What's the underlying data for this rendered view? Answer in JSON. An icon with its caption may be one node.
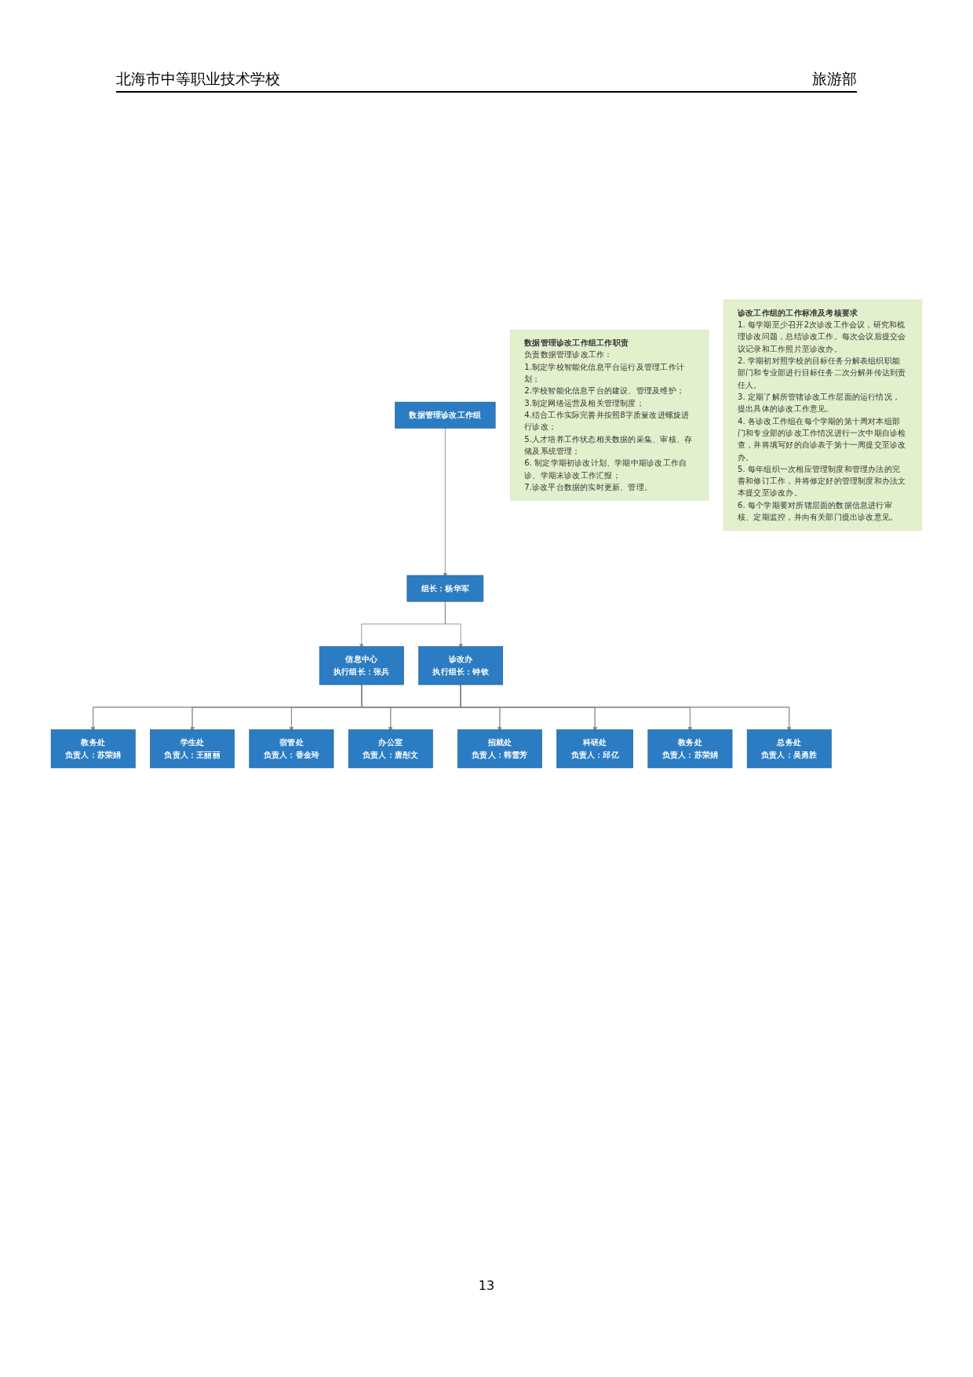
{
  "diagram": {
    "nodes": [
      {
        "text": [
          "数据管理诊改工作组"
        ]
      },
      {
        "text": [
          "组长：杨华军"
        ]
      },
      {
        "text": [
          "信息中心",
          "执行组长：张兵"
        ]
      },
      {
        "text": [
          "诊改办",
          "执行组长：钟钦"
        ]
      },
      {
        "text": [
          "教务处",
          "负责人：苏荣娟"
        ]
      },
      {
        "text": [
          "学生处",
          "负责人：王丽丽"
        ]
      },
      {
        "text": [
          "宿管处",
          "负责人：香金玲"
        ]
      },
      {
        "text": [
          "办公室",
          "负责人：唐彤文"
        ]
      },
      {
        "text": [
          "招就处",
          "负责人：韩雪芳"
        ]
      },
      {
        "text": [
          "科研处",
          "负责人：邱亿"
        ]
      },
      {
        "text": [
          "教务处",
          "负责人：苏荣娟"
        ]
      },
      {
        "text": [
          "总务处",
          "负责人：吴勇胜"
        ]
      },
      {
        "text": [
          "数据管理诊改工作组工作职责",
          "负责数据管理诊改工作：",
          "1.制定学校智能化信息平台运行及管理工作计划；",
          "2.学校智能化信息平台的建设、管理及维护；",
          "3.制定网络运营及相关管理制度；",
          "4.结合工作实际完善并按照8字质量改进螺旋进行诊改；",
          "5.人才培养工作状态相关数据的采集、审核、存储及系统管理；",
          "6. 制定学期初诊改计划、学期中期诊改工作自诊、学期末诊改工作汇报；",
          "7.诊改平台数据的实时更新、管理。"
        ]
      },
      {
        "text": [
          "诊改工作组的工作标准及考核要求",
          "1. 每学期至少召开2次诊改工作会议，研究和梳理诊改问题，总结诊改工作。每次会议后提交会议记录和工作照片至诊改办。",
          "2. 学期初对照学校的目标任务分解表组织职能部门和专业部进行目标任务二次分解并传达到责任人。",
          "3. 定期了解所管辖诊改工作层面的运行情况，提出具体的诊改工作意见。",
          "4. 各诊改工作组在每个学期的第十周对本组部门和专业部的诊改工作情况进行一次中期自诊检查，并将填写好的自诊表于第十一周提交至诊改办。",
          "5. 每年组织一次相应管理制度和管理办法的完善和修订工作，并将修定好的管理制度和办法文本提交至诊改办。",
          "6. 每个学期要对所辖层面的数据信息进行审核、定期监控，并向有关部门提出诊改意见。"
        ]
      }
    ],
    "edges": [
      {
        "from": 0,
        "to": 1,
        "arrow": "to"
      },
      {
        "from": 1,
        "to": 2,
        "arrow": "to"
      },
      {
        "from": 1,
        "to": 3,
        "arrow": "to"
      },
      {
        "from": 2,
        "to": 4,
        "arrow": "to"
      },
      {
        "from": 2,
        "to": 5,
        "arrow": "to"
      },
      {
        "from": 2,
        "to": 6,
        "arrow": "to"
      },
      {
        "from": 2,
        "to": 7,
        "arrow": "to"
      },
      {
        "from": 2,
        "to": 8,
        "arrow": "to"
      },
      {
        "from": 2,
        "to": 9,
        "arrow": "to"
      },
      {
        "from": 2,
        "to": 10,
        "arrow": "to"
      },
      {
        "from": 2,
        "to": 11,
        "arrow": "to"
      },
      {
        "from": 3,
        "to": 4,
        "arrow": "to"
      },
      {
        "from": 3,
        "to": 5,
        "arrow": "to"
      },
      {
        "from": 3,
        "to": 6,
        "arrow": "to"
      },
      {
        "from": 3,
        "to": 7,
        "arrow": "to"
      },
      {
        "from": 3,
        "to": 8,
        "arrow": "to"
      },
      {
        "from": 3,
        "to": 9,
        "arrow": "to"
      },
      {
        "from": 3,
        "to": 10,
        "arrow": "to"
      },
      {
        "from": 3,
        "to": 11,
        "arrow": "to"
      }
    ],
    "labels": [
      "北海市中等职业技术学校",
      "旅游部",
      "13"
    ]
  }
}
